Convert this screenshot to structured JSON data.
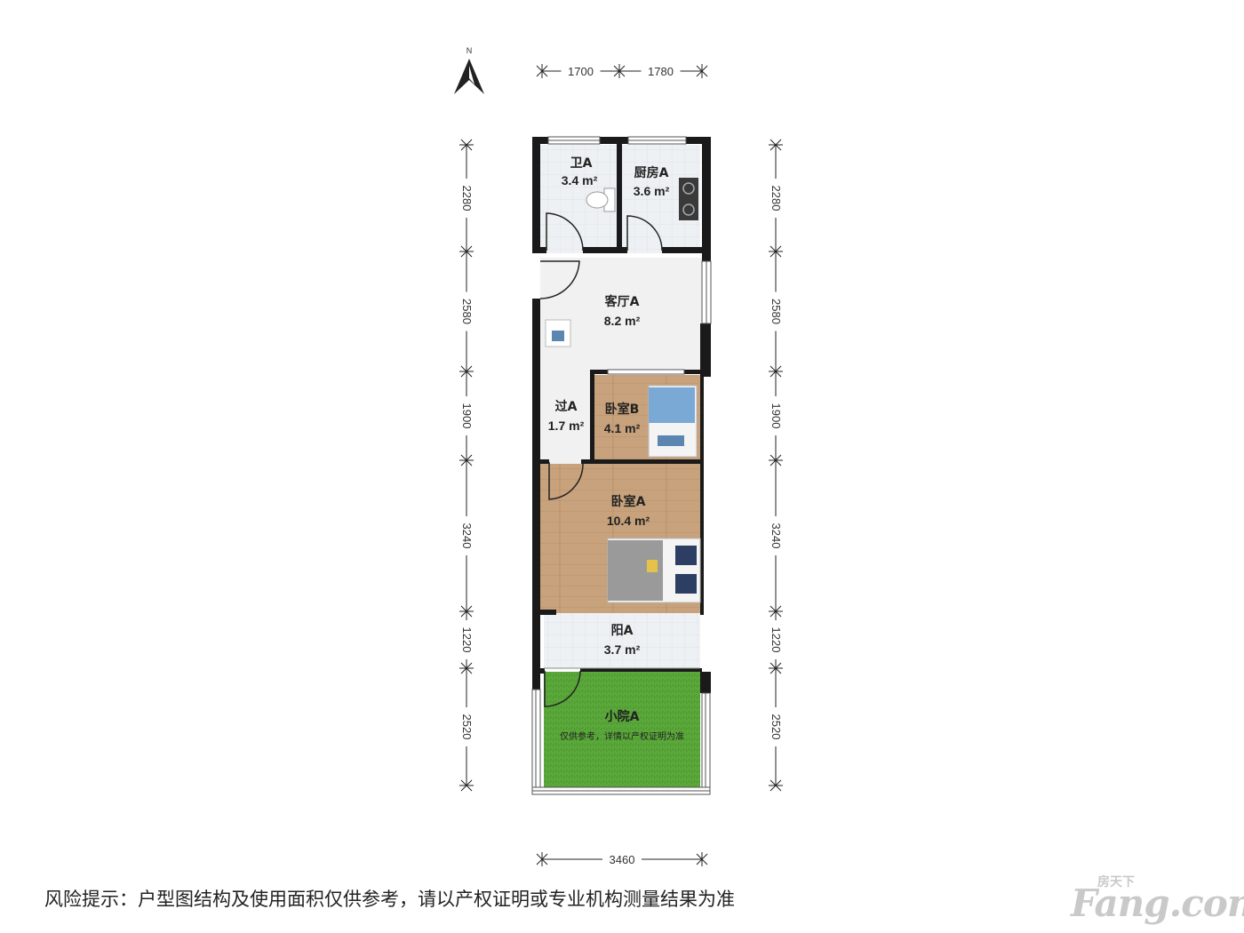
{
  "compass": {
    "label": "N"
  },
  "dimensions": {
    "top": [
      "1700",
      "1780"
    ],
    "bottom": [
      "3460"
    ],
    "left": [
      "2280",
      "2580",
      "1900",
      "3240",
      "1220",
      "2520"
    ],
    "right": [
      "2280",
      "2580",
      "1900",
      "3240",
      "1220",
      "2520"
    ]
  },
  "rooms": {
    "bathroom": {
      "name": "卫A",
      "area": "3.4 m²"
    },
    "kitchen": {
      "name": "厨房A",
      "area": "3.6 m²"
    },
    "living": {
      "name": "客厅A",
      "area": "8.2 m²"
    },
    "corridor": {
      "name": "过A",
      "area": "1.7 m²"
    },
    "bedroom_b": {
      "name": "卧室B",
      "area": "4.1 m²"
    },
    "bedroom_a": {
      "name": "卧室A",
      "area": "10.4 m²"
    },
    "balcony": {
      "name": "阳A",
      "area": "3.7 m²"
    },
    "yard": {
      "name": "小院A",
      "note": "仅供参考，详情以产权证明为准"
    }
  },
  "disclaimer": "风险提示：户型图结构及使用面积仅供参考，请以产权证明或专业机构测量结果为准",
  "logo": {
    "main": "Fang.com",
    "sub": "房天下"
  },
  "colors": {
    "wall": "#1a1a1a",
    "tile": "#eef1f4",
    "floor": "#f1f1f1",
    "wood": "#c7a27c",
    "grass": "#5aa83a"
  }
}
